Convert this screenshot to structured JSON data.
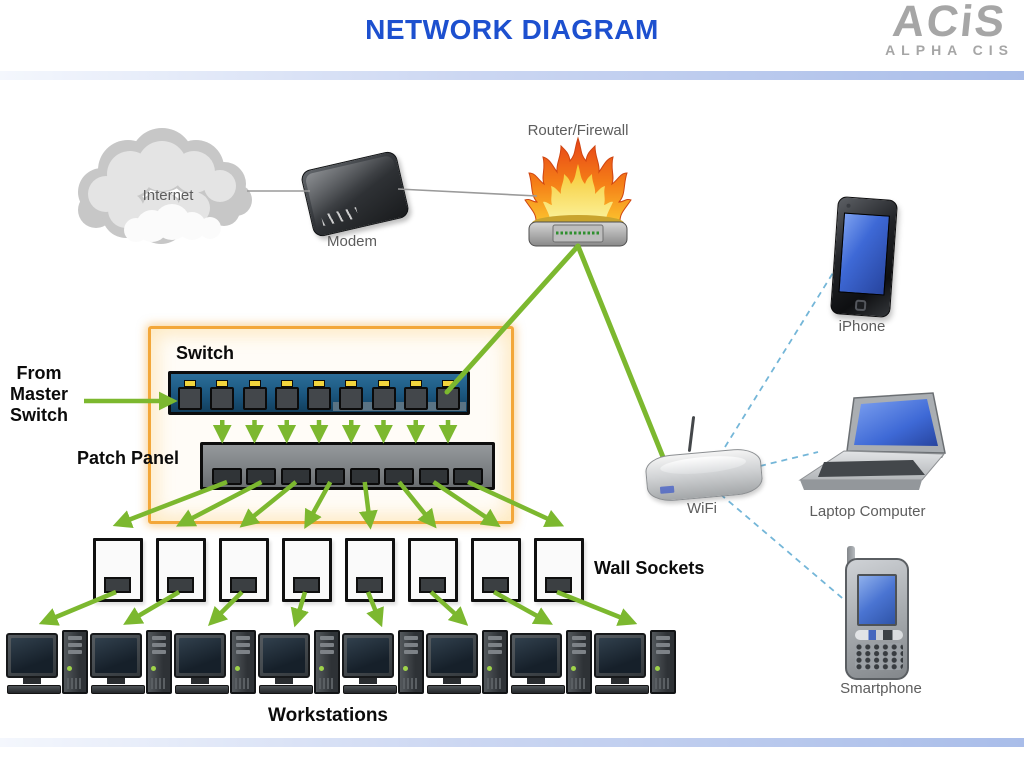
{
  "header": {
    "title": "NETWORK DIAGRAM",
    "logo": {
      "text": "ACiS",
      "subtext": "ALPHA CIS"
    }
  },
  "labels": {
    "internet": "Internet",
    "modem": "Modem",
    "router_firewall": "Router/Firewall",
    "from_master_switch": "From Master Switch",
    "switch": "Switch",
    "patch_panel": "Patch Panel",
    "wall_sockets": "Wall Sockets",
    "workstations": "Workstations",
    "wifi": "WiFi",
    "iphone": "iPhone",
    "laptop": "Laptop Computer",
    "smartphone": "Smartphone"
  },
  "counts": {
    "switch_ports": 9,
    "patch_panel_ports": 8,
    "wall_sockets": 8,
    "workstations": 8
  },
  "connections": [
    "Internet - Modem",
    "Modem - Router/Firewall",
    "Router/Firewall - Switch",
    "Router/Firewall - WiFi",
    "From Master Switch - Switch",
    "Switch - Patch Panel (8 cables)",
    "Patch Panel - Wall Sockets (8 cables)",
    "Wall Sockets - Workstations (8 cables)",
    "WiFi - iPhone (wireless)",
    "WiFi - Laptop Computer (wireless)",
    "WiFi - Smartphone (wireless)"
  ],
  "colors": {
    "title_blue": "#1d50cf",
    "arrow_green": "#7cb82f",
    "highlight_orange": "#f3a73a",
    "dashed_blue": "#74b6d8",
    "logo_gray": "#a6a6a6"
  }
}
